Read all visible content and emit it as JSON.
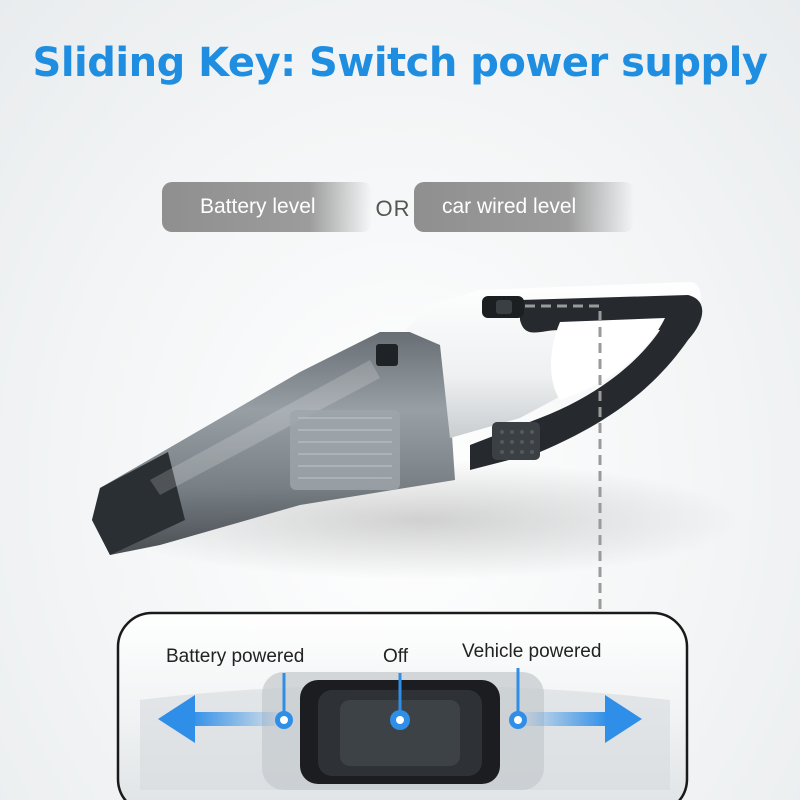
{
  "headline": "Sliding Key: Switch power supply",
  "options": {
    "left_label": "Battery level",
    "separator": "OR",
    "right_label": "car wired level"
  },
  "switch_positions": {
    "left": "Battery powered",
    "center": "Off",
    "right": "Vehicle powered"
  },
  "colors": {
    "headline": "#1f8ee0",
    "pill": "#959595",
    "indicator": "#2f8fe8",
    "product_dark": "#262a2e"
  }
}
